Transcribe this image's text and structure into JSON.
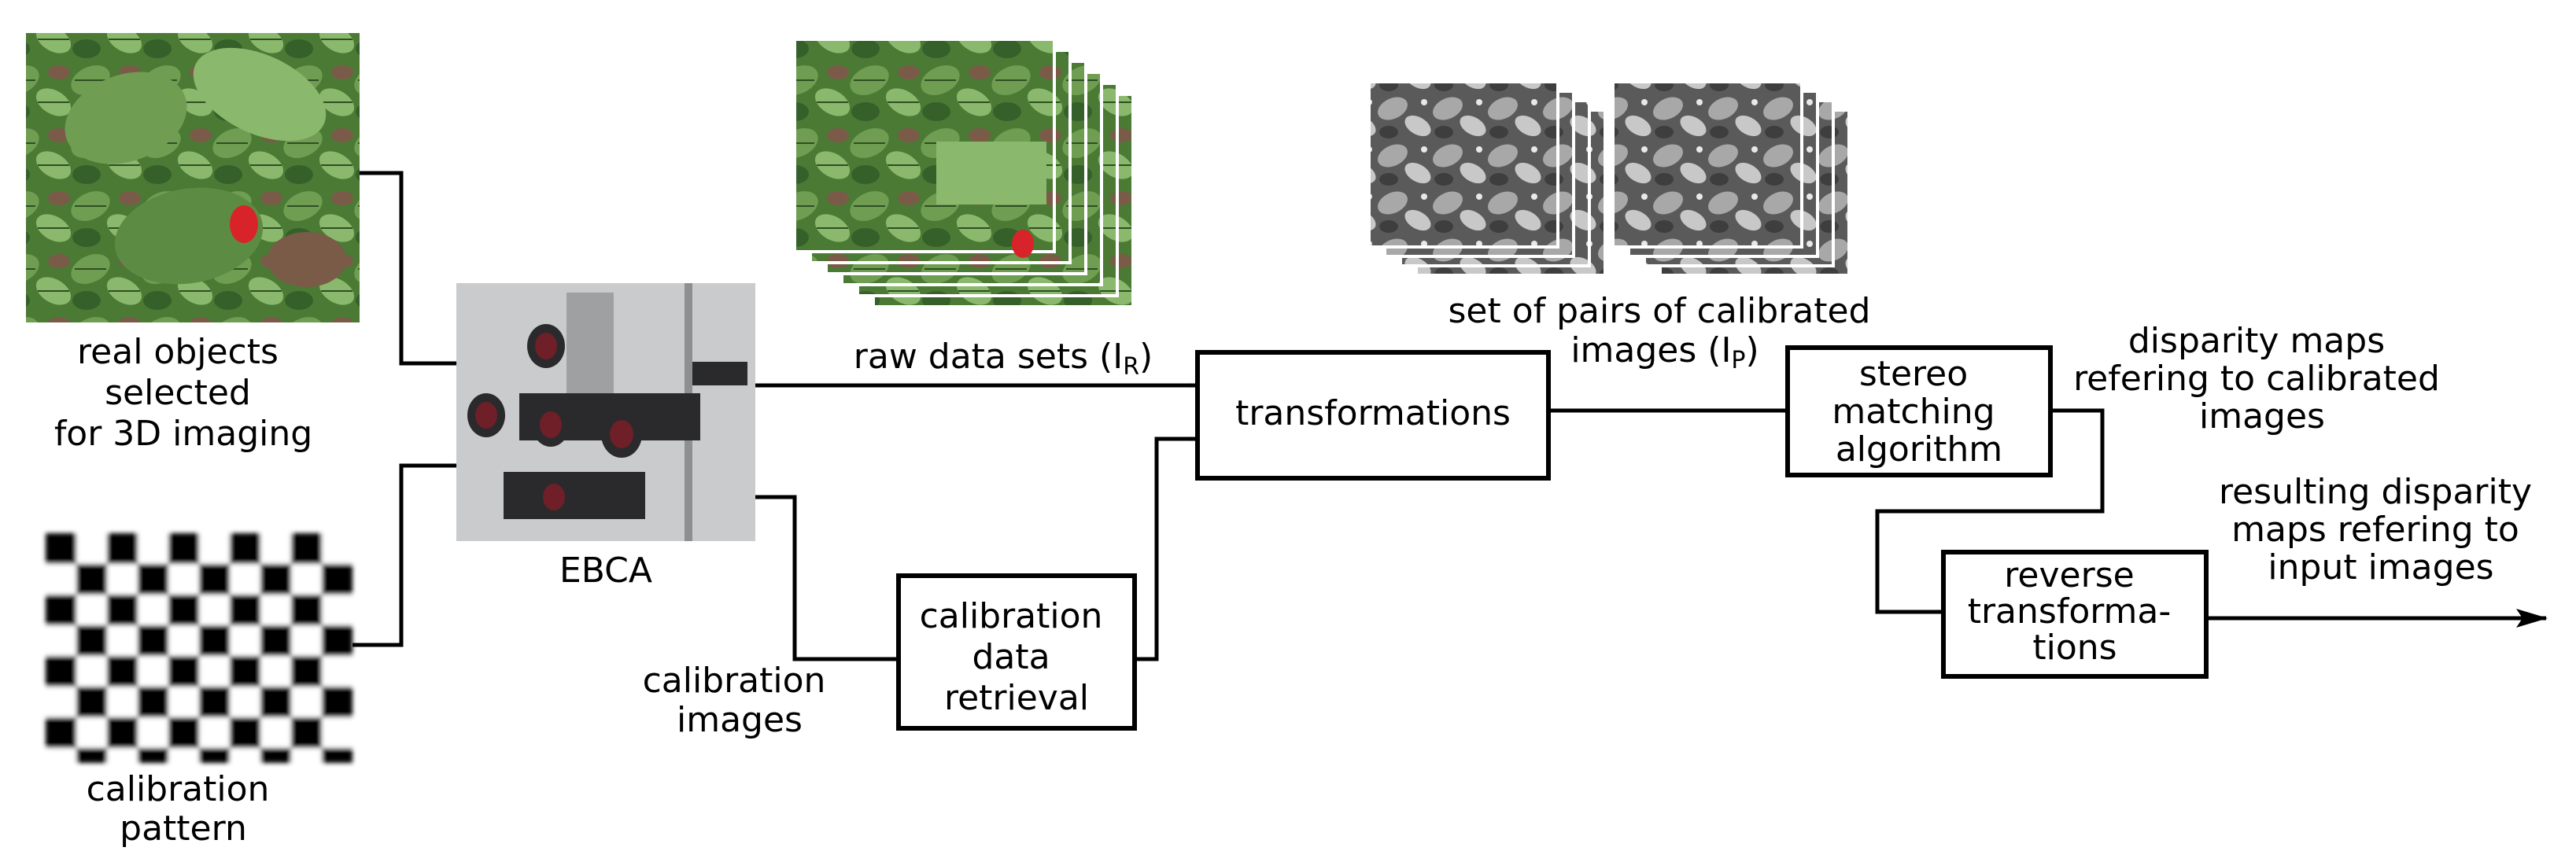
{
  "nodes": {
    "real_objects": {
      "lines": [
        "real objects",
        "selected",
        "for 3D imaging"
      ]
    },
    "calibration_pattern": {
      "lines": [
        "calibration",
        "pattern"
      ]
    },
    "ebca": {
      "label": "EBCA"
    },
    "raw_data_sets": {
      "text": "raw data sets (I",
      "sub": "R",
      "close": ")"
    },
    "calibration_images": {
      "lines": [
        "calibration",
        "images"
      ]
    },
    "calibration_data_retrieval": {
      "lines": [
        "calibration",
        "data",
        "retrieval"
      ]
    },
    "transformations": {
      "label": "transformations"
    },
    "calibrated_pairs": {
      "line1": "set of pairs of calibrated",
      "line2_text": "images (I",
      "sub": "P",
      "close": ")"
    },
    "stereo_matching": {
      "lines": [
        "stereo",
        "matching",
        "algorithm"
      ]
    },
    "disparity_maps": {
      "lines": [
        "disparity maps",
        "refering to calibrated",
        "images"
      ]
    },
    "reverse_transformations": {
      "lines": [
        "reverse",
        "transforma-",
        "tions"
      ]
    },
    "resulting_disparity": {
      "lines": [
        "resulting disparity",
        "maps refering to",
        "input images"
      ]
    }
  },
  "colors": {
    "foliage_dark": "#3f6b2e",
    "foliage_light": "#7aa860",
    "soil": "#7a5b48",
    "berry": "#d8232a",
    "camera_bg": "#c9cbcd",
    "camera_body": "#2a2a2c",
    "lens": "#6e1f28",
    "gray_dark": "#4a4a4a",
    "gray_light": "#bdbdbd"
  }
}
